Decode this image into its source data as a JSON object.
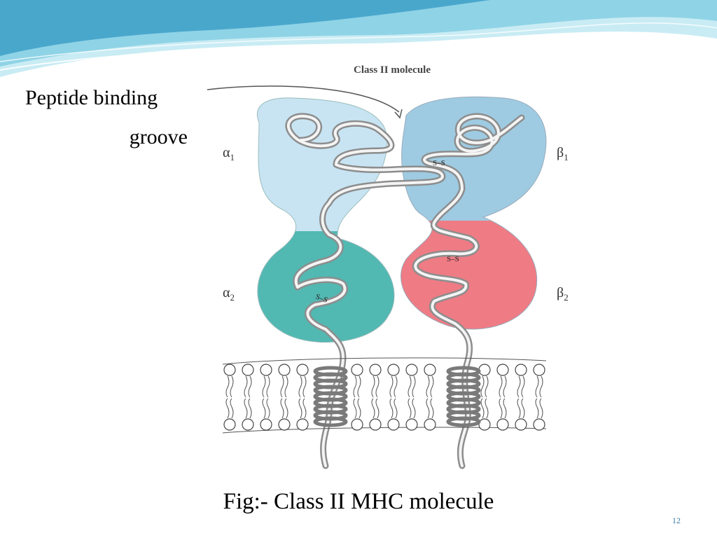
{
  "slide": {
    "label_peptide_line1": "Peptide binding",
    "label_peptide_line2": "groove",
    "caption": "Fig:- Class II MHC molecule",
    "slide_number": "12"
  },
  "figure": {
    "title": "Class II molecule",
    "domains": {
      "alpha1": {
        "greek": "α",
        "sub": "1",
        "color": "#c8e4f3"
      },
      "alpha2": {
        "greek": "α",
        "sub": "2",
        "color": "#52b8b2"
      },
      "beta1": {
        "greek": "β",
        "sub": "1",
        "color": "#9ecbe2"
      },
      "beta2": {
        "greek": "β",
        "sub": "2",
        "color": "#ef7b84"
      }
    },
    "disulfide_label": "S–S"
  },
  "theme": {
    "header_light": "#c9ecf4",
    "header_mid": "#8fd3e6",
    "header_dark": "#4aa7cc",
    "chain_gray": "#8d8d8d"
  },
  "icons": {
    "membrane": "lipid-bilayer",
    "arrow": "curved-arrow"
  }
}
